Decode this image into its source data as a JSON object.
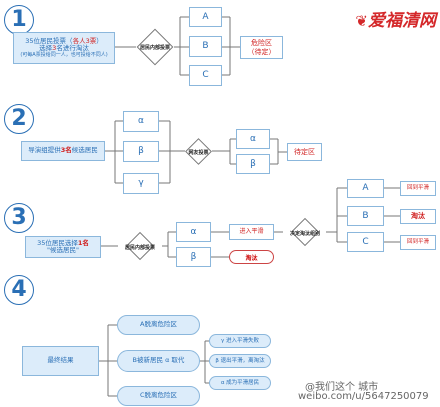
{
  "logo": "爱福清网",
  "watermark_handle": "@我们这个 城市",
  "watermark_url": "weibo.com/u/5647250079",
  "steps": [
    "1",
    "2",
    "3",
    "4"
  ],
  "s1": {
    "source_line1a": "35位居民投票（",
    "source_line1b": "各人3票",
    "source_line1c": "）",
    "source_line2a": "选择",
    "source_line2b": "3",
    "source_line2c": "名进行淘汰",
    "source_line3": "(可每A票投给同一人，也可投给不同人)",
    "decision": "居民内部投票",
    "options": [
      "A",
      "B",
      "C"
    ],
    "result": "危险区\n（待定）"
  },
  "s2": {
    "source_a": "导演组提供",
    "source_b": "3名",
    "source_c": "候选居民",
    "options": [
      "α",
      "β",
      "γ"
    ],
    "decision": "网友投票",
    "sub_options": [
      "α",
      "β"
    ],
    "result": "待定区"
  },
  "s3": {
    "source_line1a": "35位居民选择",
    "source_line1b": "1名",
    "source_line2": "\"候选居民\"",
    "decision1": "居民内部投票",
    "options": [
      "α",
      "β"
    ],
    "alpha_result": "进入平滑",
    "beta_result": "淘汰",
    "decision2": "决定淘汰组别",
    "final_options": [
      "A",
      "B",
      "C"
    ],
    "final_results": [
      "回到平滑",
      "淘汰",
      "回到平滑"
    ]
  },
  "s4": {
    "source": "最终结果",
    "outcomes": [
      "A脱离危险区",
      "B被新居民 α 取代",
      "C脱离危险区"
    ],
    "sub_outcomes": [
      "γ 进入平滑失败",
      "β 退出平滑，离淘汰",
      "α 成为平滑居民"
    ]
  }
}
